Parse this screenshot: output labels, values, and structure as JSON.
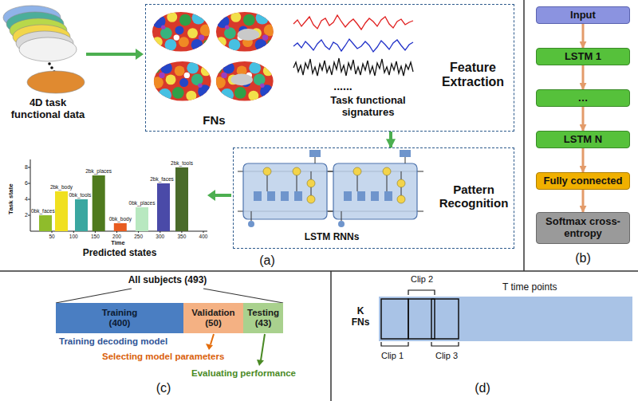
{
  "diagram": {
    "nodes": [
      {
        "text": [
          "FNs",
          "Task functional signatures",
          "Feature Extraction"
        ]
      },
      {
        "text": [
          "LSTM RNNs",
          "Pattern Recognition"
        ]
      },
      {
        "text": [
          "Input"
        ]
      },
      {
        "text": [
          "LSTM 1"
        ]
      },
      {
        "text": [
          "…"
        ]
      },
      {
        "text": [
          "LSTM N"
        ]
      },
      {
        "text": [
          "Fully connected"
        ]
      },
      {
        "text": [
          "Softmax cross-entropy"
        ]
      },
      {
        "text": [
          "Training (400)"
        ]
      },
      {
        "text": [
          "Validation (50)"
        ]
      },
      {
        "text": [
          "Testing (43)"
        ]
      }
    ],
    "edges": [
      {
        "from": 0,
        "to": 1,
        "arrow": "to"
      },
      {
        "from": 2,
        "to": 3,
        "arrow": "to"
      },
      {
        "from": 3,
        "to": 4,
        "arrow": "to"
      },
      {
        "from": 4,
        "to": 5,
        "arrow": "to"
      },
      {
        "from": 5,
        "to": 6,
        "arrow": "to"
      },
      {
        "from": 6,
        "to": 7,
        "arrow": "to"
      }
    ],
    "labels": [
      "4D task functional data",
      "......",
      "Task state",
      "8",
      "6",
      "4",
      "2",
      "0bk_faces",
      "2bk_body",
      "0bk_tools",
      "2bk_places",
      "0bk_body",
      "0bk_places",
      "2bk_faces",
      "2bk_tools",
      "50",
      "100",
      "150",
      "200",
      "250",
      "300",
      "350",
      "400",
      "Time",
      "Predicted states",
      "(a)",
      "(b)",
      "All subjects (493)",
      "Training decoding model",
      "Selecting model parameters",
      "Evaluating performance",
      "(c)",
      "Clip 2",
      "T time points",
      "K FNs",
      "Clip 1",
      "Clip 3",
      "(d)"
    ]
  }
}
